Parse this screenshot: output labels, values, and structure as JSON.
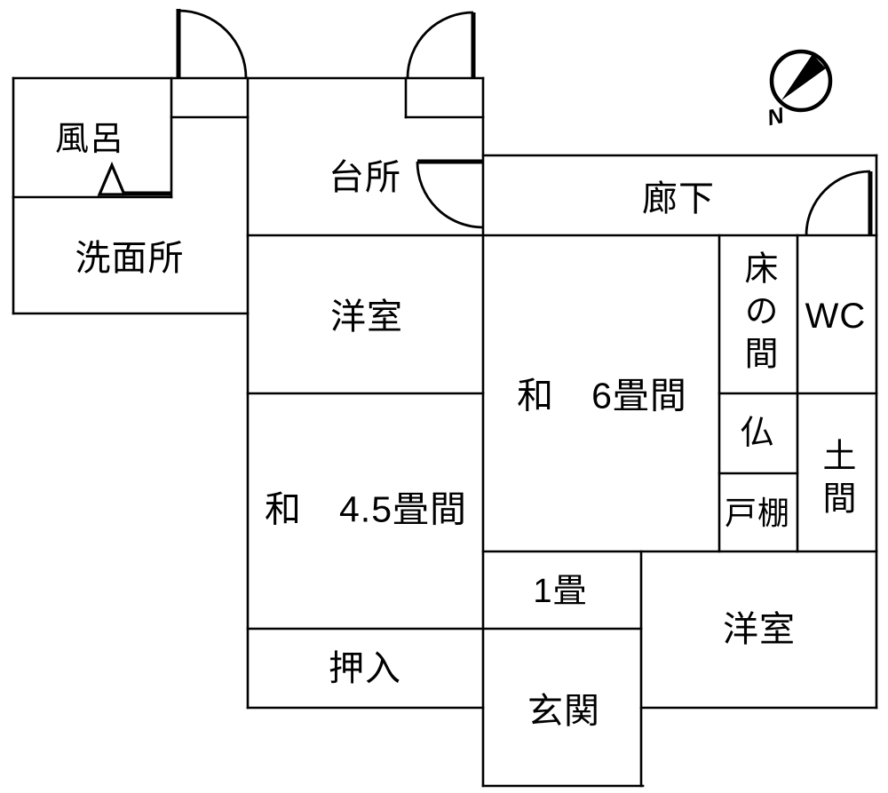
{
  "title": "floor-plan",
  "rooms": {
    "bath": "風呂",
    "washroom": "洗面所",
    "kitchen": "台所",
    "corridor": "廊下",
    "western_room_north": "洋室",
    "japanese_room_6": "和　6畳間",
    "tokonoma": "床の間",
    "wc": "WC",
    "butsudan": "仏",
    "doma": "土間",
    "cupboard": "戸棚",
    "japanese_room_45": "和　4.5畳間",
    "one_tatami": "1畳",
    "closet": "押入",
    "entrance": "玄関",
    "western_room_south": "洋室"
  },
  "compass": {
    "north": "N",
    "icon": "compass-icon"
  },
  "icons": {
    "door_swing": "door-swing-arc-icon",
    "bath_door": "triangle-door-marker-icon"
  },
  "colors": {
    "wall": "#000000",
    "background": "#ffffff"
  }
}
